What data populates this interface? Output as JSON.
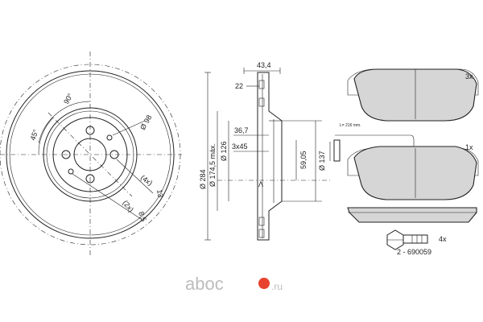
{
  "disc": {
    "angle_90": "90°",
    "angle_45": "45°",
    "pcd": "Ø 98",
    "holes_count": "(4x)",
    "holes_dim": "13",
    "small_count": "(2x)",
    "small_dim": "8,5"
  },
  "section": {
    "width_total": "43,4",
    "width_inner": "22",
    "dia_outer": "Ø 284",
    "dia_max": "Ø 174,5 máx.",
    "dia_hub": "Ø 126",
    "dim_36_7": "36,7",
    "chamfer": "3x45",
    "dim_59_05": "59,05",
    "dia_137": "Ø 137"
  },
  "pads": {
    "sensor_len": "L= 216 mm.",
    "qty_top": "3x",
    "qty_mid": "1x"
  },
  "bolt": {
    "qty": "4x",
    "part": "2 - 690059"
  },
  "watermark": {
    "logo": "aboc",
    "domain": ".ru"
  },
  "colors": {
    "line": "#222222",
    "pad_fill": "#d6d6d6",
    "watermark": "#bdbdbd"
  }
}
